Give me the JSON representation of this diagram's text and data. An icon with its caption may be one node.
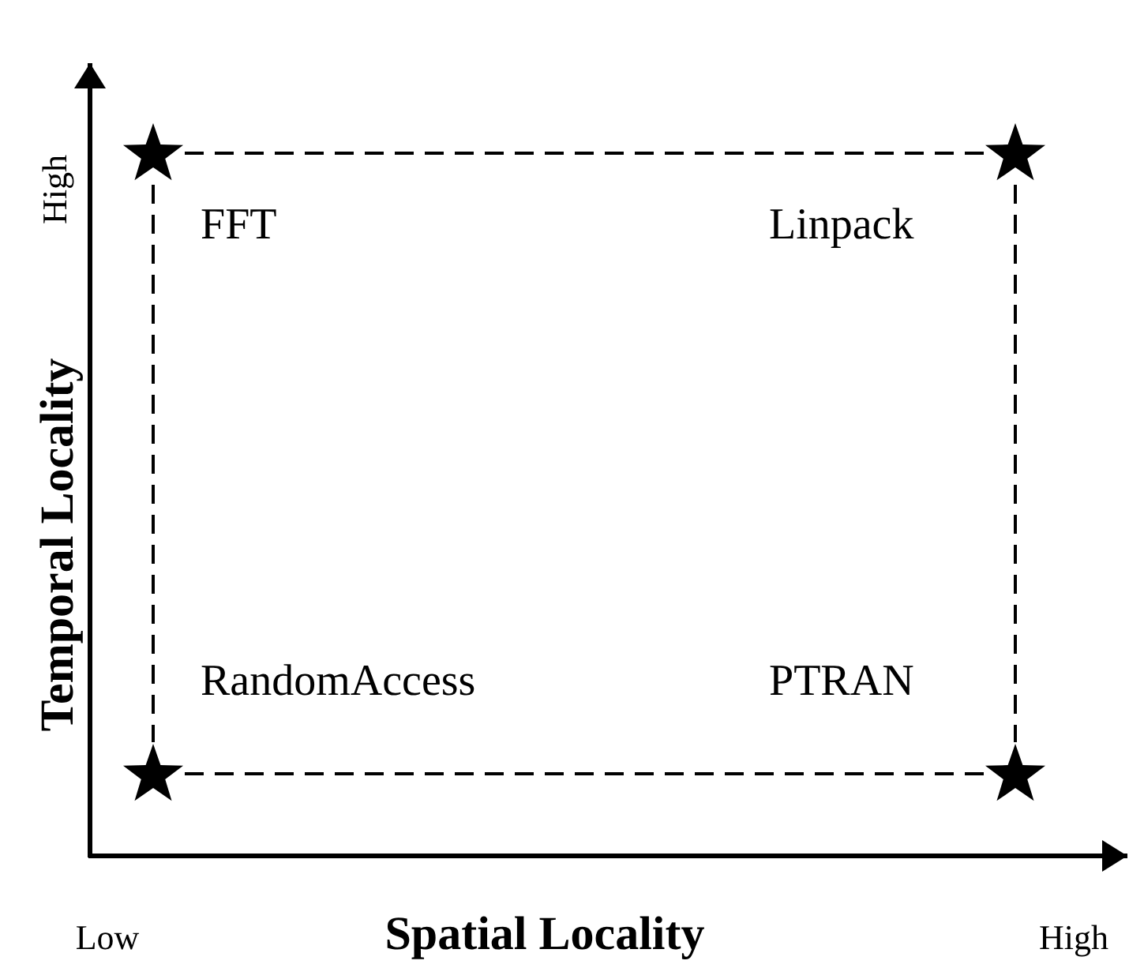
{
  "diagram": {
    "nodes": [
      {
        "text": [],
        "shape": "star",
        "beside": [
          "FFT"
        ]
      },
      {
        "text": [],
        "shape": "star",
        "beside": [
          "Linpack"
        ]
      },
      {
        "text": [],
        "shape": "star",
        "beside": [
          "RandomAccess"
        ]
      },
      {
        "text": [],
        "shape": "star",
        "beside": [
          "PTRAN"
        ]
      }
    ],
    "edges": [
      {
        "from": 0,
        "to": 1,
        "arrow": "none",
        "style": "dashed"
      },
      {
        "from": 0,
        "to": 2,
        "arrow": "none",
        "style": "dashed"
      },
      {
        "from": 1,
        "to": 3,
        "arrow": "none",
        "style": "dashed"
      },
      {
        "from": 2,
        "to": 3,
        "arrow": "none",
        "style": "dashed"
      }
    ],
    "labels": [
      "High",
      "Temporal Locality",
      "Low",
      "Spatial Locality",
      "High"
    ]
  }
}
